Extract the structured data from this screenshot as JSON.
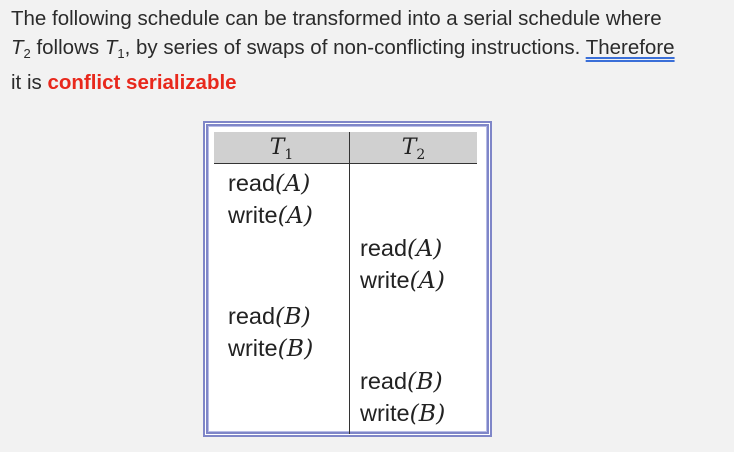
{
  "paragraph": {
    "line1": "The following schedule can be transformed into a serial schedule where",
    "t2_name": "T",
    "t2_sub": "2",
    "mid1": " follows ",
    "t1_name": "T",
    "t1_sub": "1",
    "mid2": ", by series of swaps of non-conflicting instructions. ",
    "therefore": "Therefore",
    "line3_prefix": "it is ",
    "highlight": "conflict serializable"
  },
  "schedule": {
    "columns": [
      {
        "name": "T",
        "sub": "1"
      },
      {
        "name": "T",
        "sub": "2"
      }
    ],
    "t1_ops": [
      {
        "op": "read",
        "arg": "(A)"
      },
      {
        "op": "write",
        "arg": "(A)"
      },
      {
        "op": "read",
        "arg": "(B)"
      },
      {
        "op": "write",
        "arg": "(B)"
      }
    ],
    "t2_ops": [
      {
        "op": "read",
        "arg": "(A)"
      },
      {
        "op": "write",
        "arg": "(A)"
      },
      {
        "op": "read",
        "arg": "(B)"
      },
      {
        "op": "write",
        "arg": "(B)"
      }
    ]
  }
}
